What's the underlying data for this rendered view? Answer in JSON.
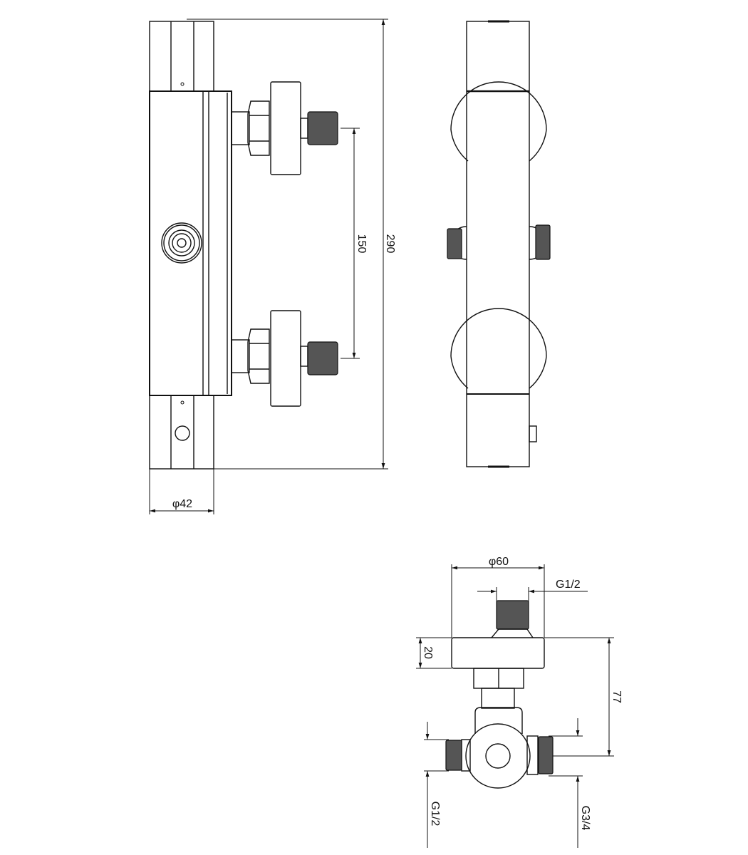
{
  "drawing": {
    "front_view": {
      "dim_inlet_spacing": "150",
      "dim_total_height": "290",
      "dim_body_diameter": "φ42"
    },
    "bottom_view": {
      "dim_disc_diameter": "φ60",
      "dim_outlet_thread": "G1/2",
      "dim_disc_thickness": "20",
      "dim_projection": "77",
      "dim_left_thread": "G1/2",
      "dim_right_thread": "G3/4"
    }
  }
}
